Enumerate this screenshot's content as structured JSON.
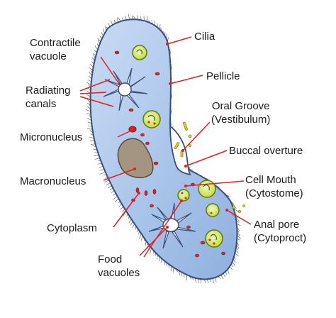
{
  "labels": {
    "contractile_vacuole": [
      "Contractile",
      "vacuole"
    ],
    "radiating_canals": [
      "Radiating",
      "canals"
    ],
    "micronucleus": "Micronucleus",
    "macronucleus": "Macronucleus",
    "cytoplasm": "Cytoplasm",
    "food_vacuoles": [
      "Food",
      "vacuoles"
    ],
    "cilia": "Cilia",
    "pellicle": "Pellicle",
    "oral_groove": [
      "Oral Groove",
      "(Vestibulum)"
    ],
    "buccal_overture": "Buccal overture",
    "cell_mouth": [
      "Cell Mouth",
      "(Cytostome)"
    ],
    "anal_pore": [
      "Anal pore",
      "(Cytoproct)"
    ]
  },
  "colors": {
    "cell_fill": "#a9c4ea",
    "cell_edge": "#3a4f7a",
    "leader_line": "#e02020",
    "macronucleus": "#a49482",
    "food_vacuole": "#c3de3a",
    "granule": "#d62a2a",
    "cilia": "#666666"
  }
}
